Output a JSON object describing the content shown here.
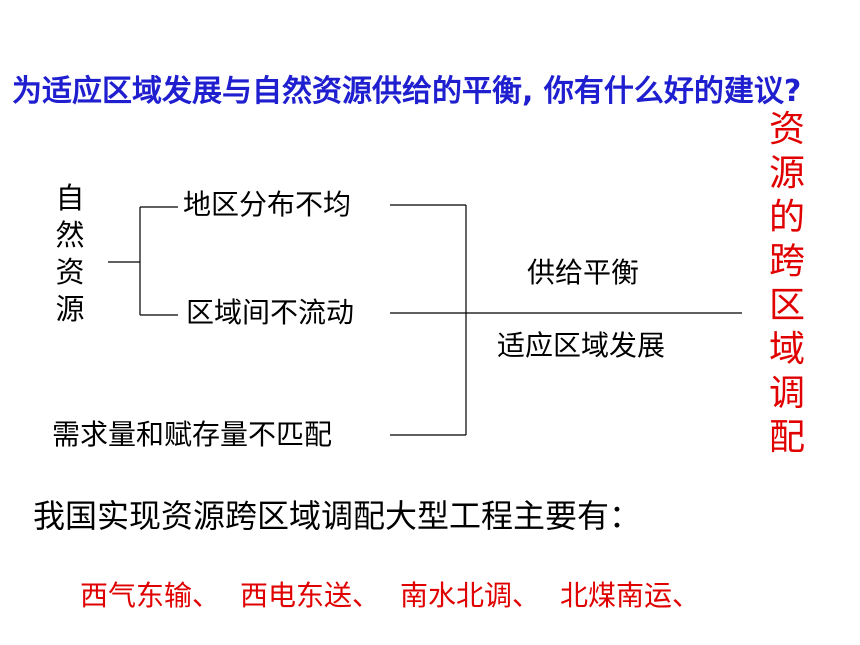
{
  "question": "为适应区域发展与自然资源供给的平衡, 你有什么好的建议?",
  "resource_label": [
    "自",
    "然",
    "资",
    "源"
  ],
  "causes": {
    "uneven": "地区分布不均",
    "immobile": "区域间不流动",
    "mismatch": "需求量和赋存量不匹配"
  },
  "goals": {
    "supply_balance": "供给平衡",
    "regional_development": "适应区域发展"
  },
  "conclusion": [
    "资",
    "源",
    "的",
    "跨",
    "区",
    "域",
    "调",
    "配"
  ],
  "summary": "我国实现资源跨区域调配大型工程主要有：",
  "projects": [
    "西气东输、",
    "西电东送、",
    "南水北调、",
    "北煤南运、"
  ],
  "colors": {
    "question": "#1f1fd0",
    "highlight": "#e00000",
    "text": "#000000"
  }
}
